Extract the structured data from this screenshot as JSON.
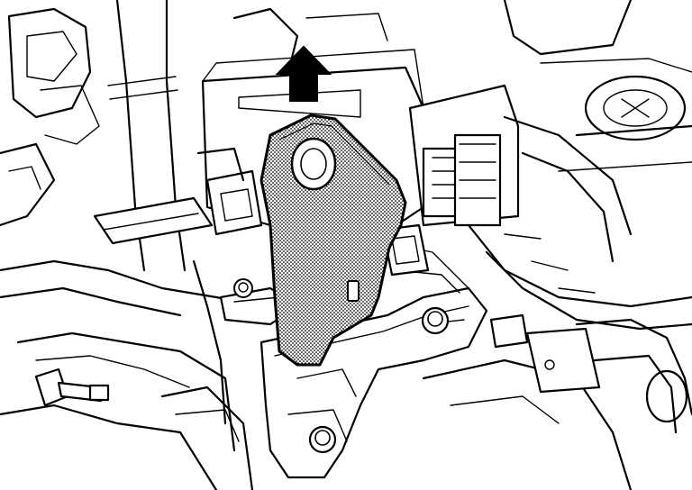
{
  "figure": {
    "kind": "technical-line-illustration",
    "background_color": "#ffffff",
    "line_color": "#000000"
  },
  "highlight": {
    "component": "bracket-cover",
    "fill_pattern": "dotted-halftone",
    "pattern_color": "#000000"
  },
  "direction_arrow": {
    "icon": "up-arrow-icon",
    "direction": "up",
    "fill_color": "#000000"
  },
  "fasteners": [
    {
      "icon": "bolt-icon",
      "label": ""
    },
    {
      "icon": "bolt-icon",
      "label": ""
    },
    {
      "icon": "bolt-icon",
      "label": ""
    }
  ]
}
